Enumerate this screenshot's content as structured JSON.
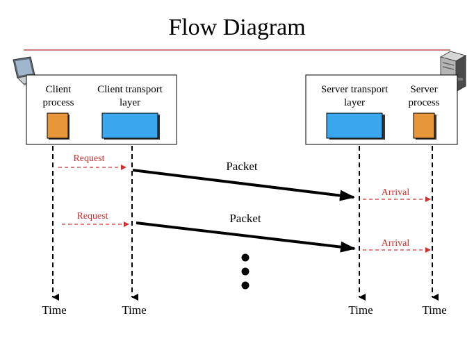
{
  "title": "Flow Diagram",
  "client": {
    "process_label": [
      "Client",
      "process"
    ],
    "transport_label": [
      "Client transport",
      "layer"
    ],
    "icon": "laptop-icon"
  },
  "server": {
    "transport_label": [
      "Server transport",
      "layer"
    ],
    "process_label": [
      "Server",
      "process"
    ],
    "icon": "server-tower-icon"
  },
  "messages": {
    "request": "Request",
    "packet": "Packet",
    "arrival": "Arrival"
  },
  "time_labels": [
    "Time",
    "Time",
    "Time",
    "Time"
  ],
  "colors": {
    "title_rule": "#b03030",
    "process_box": "#e8963a",
    "transport_box": "#3aa6ee",
    "red_arrow": "#d03030",
    "ink": "#000000"
  }
}
